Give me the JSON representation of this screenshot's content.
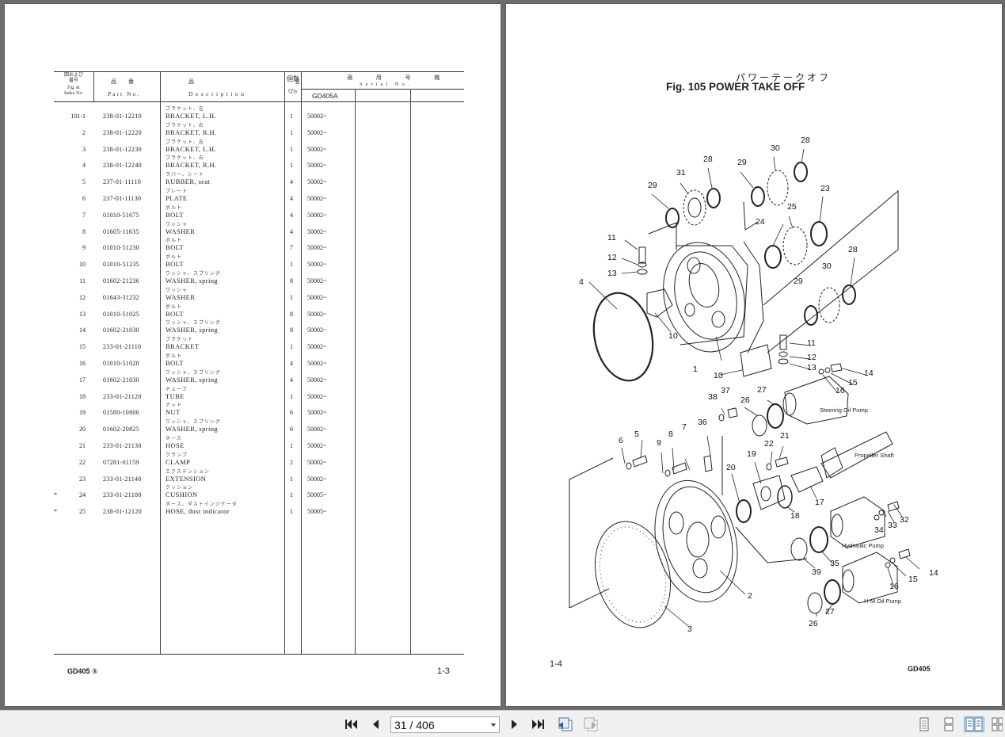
{
  "viewer": {
    "current_page": "31",
    "page_separator": "/",
    "total_pages": "406",
    "page_display": "31 / 406"
  },
  "left_page": {
    "header": {
      "index_jp": "図および\n番号",
      "fig_index_en": "Fig. &\nIndex No.",
      "part_no_jp": "品　番",
      "part_no_en": "Part No.",
      "desc_jp": "品　名",
      "desc_en": "Description",
      "qty_jp": "個数",
      "qty_en": "Q'ty",
      "serial_jp": "適 用 号 機",
      "serial_en": "Serial No.",
      "model": "GD405A"
    },
    "rows": [
      {
        "mark": "",
        "idx": "101-1",
        "pno": "238-01-12210",
        "jp": "ブラケット、左",
        "desc": "BRACKET, L.H.",
        "qty": "1",
        "ser": "50002~"
      },
      {
        "mark": "",
        "idx": "2",
        "pno": "238-01-12220",
        "jp": "ブラケット、右",
        "desc": "BRACKET, R.H.",
        "qty": "1",
        "ser": "50002~"
      },
      {
        "mark": "",
        "idx": "3",
        "pno": "238-01-12230",
        "jp": "ブラケット、左",
        "desc": "BRACKET, L.H.",
        "qty": "1",
        "ser": "50002~"
      },
      {
        "mark": "",
        "idx": "4",
        "pno": "238-01-12240",
        "jp": "ブラケット、右",
        "desc": "BRACKET, R.H.",
        "qty": "1",
        "ser": "50002~"
      },
      {
        "mark": "",
        "idx": "5",
        "pno": "237-01-11110",
        "jp": "ラバー、シート",
        "desc": "RUBBER, seat",
        "qty": "4",
        "ser": "50002~"
      },
      {
        "mark": "",
        "idx": "6",
        "pno": "237-01-11130",
        "jp": "プレート",
        "desc": "PLATE",
        "qty": "4",
        "ser": "50002~"
      },
      {
        "mark": "",
        "idx": "7",
        "pno": "01010-51675",
        "jp": "ボルト",
        "desc": "BOLT",
        "qty": "4",
        "ser": "50002~"
      },
      {
        "mark": "",
        "idx": "8",
        "pno": "01605-11635",
        "jp": "ワッシャ",
        "desc": "WASHER",
        "qty": "4",
        "ser": "50002~"
      },
      {
        "mark": "",
        "idx": "9",
        "pno": "01010-51230",
        "jp": "ボルト",
        "desc": "BOLT",
        "qty": "7",
        "ser": "50002~"
      },
      {
        "mark": "",
        "idx": "10",
        "pno": "01010-51235",
        "jp": "ボルト",
        "desc": "BOLT",
        "qty": "1",
        "ser": "50002~"
      },
      {
        "mark": "",
        "idx": "11",
        "pno": "01602-21236",
        "jp": "ワッシャ、スプリング",
        "desc": "WASHER, spring",
        "qty": "8",
        "ser": "50002~"
      },
      {
        "mark": "",
        "idx": "12",
        "pno": "01643-31232",
        "jp": "ワッシャ",
        "desc": "WASHER",
        "qty": "1",
        "ser": "50002~"
      },
      {
        "mark": "",
        "idx": "13",
        "pno": "01010-51025",
        "jp": "ボルト",
        "desc": "BOLT",
        "qty": "8",
        "ser": "50002~"
      },
      {
        "mark": "",
        "idx": "14",
        "pno": "01602-21030",
        "jp": "ワッシャ、スプリング",
        "desc": "WASHER, spring",
        "qty": "8",
        "ser": "50002~"
      },
      {
        "mark": "",
        "idx": "15",
        "pno": "233-01-21110",
        "jp": "ブラケット",
        "desc": "BRACKET",
        "qty": "1",
        "ser": "50002~"
      },
      {
        "mark": "",
        "idx": "16",
        "pno": "01010-51020",
        "jp": "ボルト",
        "desc": "BOLT",
        "qty": "4",
        "ser": "50002~"
      },
      {
        "mark": "",
        "idx": "17",
        "pno": "01602-21030",
        "jp": "ワッシャ、スプリング",
        "desc": "WASHER, spring",
        "qty": "4",
        "ser": "50002~"
      },
      {
        "mark": "",
        "idx": "18",
        "pno": "233-01-21120",
        "jp": "チューブ",
        "desc": "TUBE",
        "qty": "1",
        "ser": "50002~"
      },
      {
        "mark": "",
        "idx": "19",
        "pno": "01580-10806",
        "jp": "ナット",
        "desc": "NUT",
        "qty": "6",
        "ser": "50002~"
      },
      {
        "mark": "",
        "idx": "20",
        "pno": "01602-20825",
        "jp": "ワッシャ、スプリング",
        "desc": "WASHER, spring",
        "qty": "6",
        "ser": "50002~"
      },
      {
        "mark": "",
        "idx": "21",
        "pno": "233-01-21130",
        "jp": "ホース",
        "desc": "HOSE",
        "qty": "1",
        "ser": "50002~"
      },
      {
        "mark": "",
        "idx": "22",
        "pno": "07281-01159",
        "jp": "クランプ",
        "desc": "CLAMP",
        "qty": "2",
        "ser": "50002~"
      },
      {
        "mark": "",
        "idx": "23",
        "pno": "233-01-21140",
        "jp": "エクステンション",
        "desc": "EXTENSION",
        "qty": "1",
        "ser": "50002~"
      },
      {
        "mark": "*",
        "idx": "24",
        "pno": "233-01-21180",
        "jp": "クッション",
        "desc": "CUSHION",
        "qty": "1",
        "ser": "50005~"
      },
      {
        "mark": "*",
        "idx": "25",
        "pno": "238-01-12120",
        "jp": "ホース、ダストインジケータ",
        "desc": "HOSE, dust indicator",
        "qty": "1",
        "ser": "50005~"
      }
    ],
    "footer_model": "GD405 ①",
    "footer_page": "1-3"
  },
  "right_page": {
    "title_jp": "パワーテークオフ",
    "title_en": "Fig. 105 POWER TAKE OFF",
    "labels": {
      "steering_pump": "Steering Oil Pump",
      "propeller_shaft": "Propeller Shaft",
      "hydraulic_pump": "Hydraulic Pump",
      "hm_pump": "H·M Oil Pump"
    },
    "callouts": [
      "1",
      "2",
      "3",
      "4",
      "5",
      "6",
      "7",
      "8",
      "9",
      "10",
      "11",
      "12",
      "13",
      "14",
      "15",
      "16",
      "17",
      "18",
      "19",
      "20",
      "21",
      "22",
      "23",
      "24",
      "25",
      "26",
      "27",
      "28",
      "29",
      "30",
      "31",
      "32",
      "33",
      "34",
      "35",
      "36",
      "37",
      "38",
      "39"
    ],
    "footer_page": "1-4",
    "footer_model": "GD405"
  }
}
